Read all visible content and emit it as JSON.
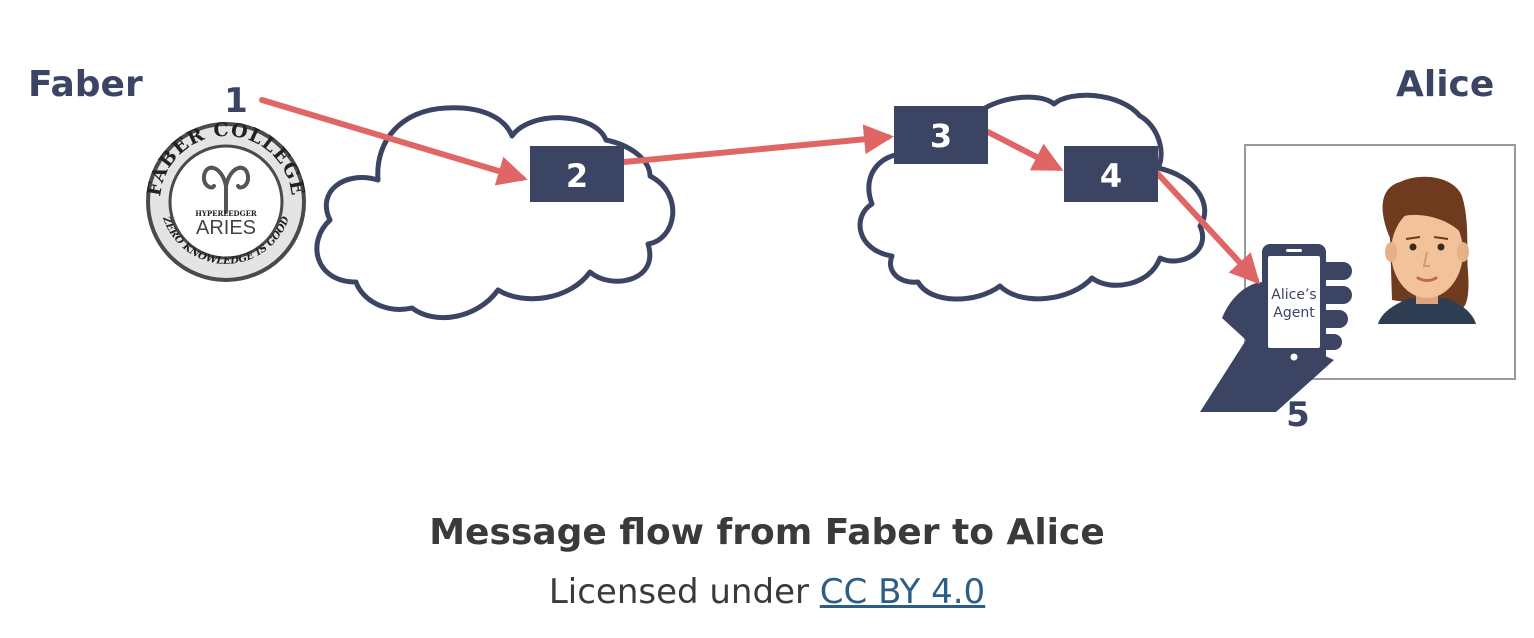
{
  "diagram": {
    "actors": {
      "left": "Faber",
      "right": "Alice"
    },
    "steps": [
      "1",
      "2",
      "3",
      "4",
      "5"
    ],
    "seal": {
      "top_text": "FABER COLLEGE",
      "bottom_text": "ZERO KNOWLEDGE IS GOOD",
      "small_text": "HYPERLEDGER",
      "main_text": "ARIES",
      "symbol": "aries-symbol-icon"
    },
    "phone": {
      "line1": "Alice’s",
      "line2": "Agent"
    },
    "colors": {
      "arrow": "#e06666",
      "box": "#3b4463",
      "cloud_stroke": "#3b4463",
      "hand": "#3b4463"
    }
  },
  "caption": "Message flow from Faber to Alice",
  "license": {
    "prefix": "Licensed under ",
    "link_text": "CC BY 4.0"
  }
}
